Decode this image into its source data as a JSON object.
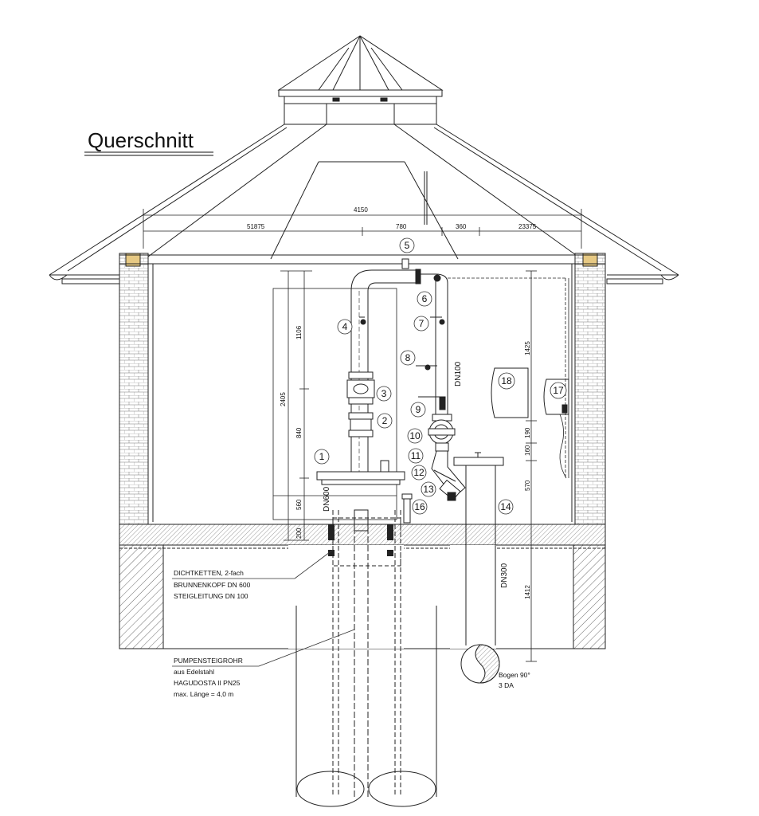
{
  "title": "Querschnitt",
  "dimensions": {
    "overall": "4150",
    "left": "51875",
    "mid": "780",
    "mid2": "360",
    "right": "23375",
    "v_top": "1106",
    "v_total": "2405",
    "v_mid": "840",
    "v_low": "560",
    "v_floor": "200",
    "r_top": "1425",
    "r_190": "190",
    "r_160": "160",
    "r_570": "570",
    "r_1412": "1412"
  },
  "pipe_labels": {
    "dn100": "DN100",
    "dn600": "DN600",
    "dn300": "DN300"
  },
  "callouts": [
    "1",
    "2",
    "3",
    "4",
    "5",
    "6",
    "7",
    "8",
    "9",
    "10",
    "11",
    "12",
    "13",
    "14",
    "16",
    "17",
    "18"
  ],
  "notes": {
    "block1": [
      "DICHTKETTEN, 2-fach",
      "BRUNNENKOPF DN 600",
      "STEIGLEITUNG DN 100"
    ],
    "block2": [
      "PUMPENSTEIGROHR",
      "aus Edelstahl",
      "HAGUDOSTA II PN25",
      "max. Länge = 4,0 m"
    ],
    "bend": [
      "Bogen 90°",
      "3 DA"
    ]
  }
}
